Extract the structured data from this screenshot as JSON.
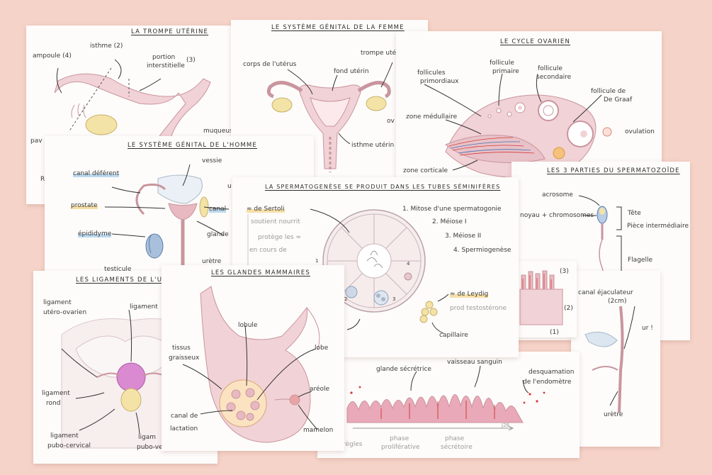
{
  "colors": {
    "background": "#f6d3c8",
    "card": "#fdfcfa",
    "tissue_pink": "#e8b9c0",
    "deep_pink": "#d98aa8",
    "yellow": "#f4e3a6",
    "blue": "#7fa6cc",
    "red": "#d23a3a"
  },
  "trompe": {
    "title": "LA TROMPE UTÉRINE",
    "ampoule": "ampoule (4)",
    "isthme": "isthme (2)",
    "portion": "portion",
    "interstitielle": "interstitielle",
    "num3": "(3)",
    "muqueuse": "muqueuse",
    "pav": "pav",
    "r": "R"
  },
  "femme": {
    "title": "LE SYSTÈME GÉNITAL DE LA FEMME",
    "corps": "corps de l'utérus",
    "fond": "fond utérin",
    "trompe": "trompe uté",
    "isthme": "isthme utérin",
    "ov": "ov"
  },
  "cycle": {
    "title": "LE CYCLE OVARIEN",
    "follicules": "follicules",
    "primordiaux": "primordiaux",
    "follicule1": "follicule",
    "primaire": "primaire",
    "follicule2": "follicule",
    "secondaire": "secondaire",
    "follicule3": "follicule de",
    "degraaf": "De Graaf",
    "medullaire": "zone médullaire",
    "ovulation": "ovulation",
    "corticale": "zone corticale"
  },
  "homme": {
    "title": "LE SYSTÈME GÉNITAL DE L'HOMME",
    "canal_def": "canal déférent",
    "vessie": "vessie",
    "prostate": "prostate",
    "canal": "canal",
    "epididyme": "épididyme",
    "glande": "glande",
    "uretre": "urètre",
    "testicule": "testicule",
    "u": "u"
  },
  "sperm": {
    "title": "LA SPERMATOGENÈSE SE PRODUIT DANS LES TUBES SÉMINIFÈRES",
    "sertoli": "≈ de Sertoli",
    "s1": "soutient nourrit",
    "s2": "protège les ≈",
    "s3": "en cours de",
    "step1": "1. Mitose d'une spermatogonie",
    "step2": "2. Méiose I",
    "step3": "3. Méiose II",
    "step4": "4. Spermiogenèse",
    "leydig": "≈ de Leydig",
    "leydig2": "prod testostérone",
    "capillaire": "capillaire",
    "n1": "1",
    "n2": "2",
    "n3": "3",
    "n4": "4"
  },
  "sperz": {
    "title": "LES 3 PARTIES DU SPERMATOZOÏDE",
    "acrosome": "acrosome",
    "noyau": "noyau + chromosomes",
    "tete": "Tête",
    "piece": "Pièce intermédiaire",
    "flagelle": "Flagelle"
  },
  "ejac": {
    "canal": "canal éjaculateur",
    "size": "(2cm)",
    "uretre": "urètre",
    "excl": "ur !",
    "n3": "(3)",
    "n2": "(2)",
    "n1": "(1)"
  },
  "lig": {
    "title": "LES LIGAMENTS DE L'U",
    "ligament": "ligament",
    "lig_utero": "ligament",
    "utero_ovarien": "utéro-ovarien",
    "lig_rond": "ligament",
    "rond": "rond",
    "lig_pubo": "ligament",
    "pubo_cervical": "pubo-cervical",
    "lig_ves": "ligam",
    "pubo_vesical": "pubo-vesical"
  },
  "mam": {
    "title": "LES GLANDES MAMMAIRES",
    "lobule": "lobule",
    "tissus": "tissus",
    "graisseux": "graisseux",
    "lobe": "lobe",
    "areole": "aréole",
    "canal": "canal de",
    "lactation": "lactation",
    "mamelon": "mamelon"
  },
  "endo": {
    "glande": "glande sécrétrice",
    "vaisseau": "vaisseau sanguin",
    "desq": "desquamation",
    "endometre": "de l'endomètre",
    "regles": "règles",
    "prolif": "phase",
    "prolif2": "proliférative",
    "secr": "phase",
    "secr2": "sécrétoire",
    "j28": "J28"
  }
}
